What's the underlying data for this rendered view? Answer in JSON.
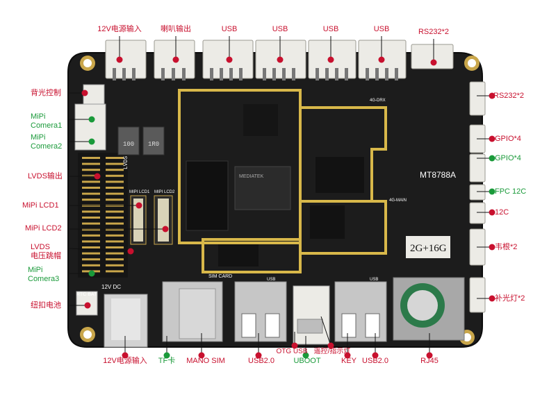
{
  "colors": {
    "label_red": "#c8102e",
    "label_green": "#1a9a3a",
    "board": "#1c1c1c",
    "gold": "#d8b84a",
    "connector_white": "#ecebe6"
  },
  "board": {
    "silk": {
      "lvds": "LVDS",
      "mipi_lcd1": "MIPI LCD1",
      "mipi_lcd2": "MIPI LCD2",
      "soc_name": "MT8788A",
      "memory": "2G+16G",
      "dc": "12V DC",
      "rtc": "RTC BAT",
      "sim": "SIM CARD",
      "inductor1": "100",
      "inductor2": "1R0",
      "chip": "MEDIATEK",
      "ant1": "4G-DRX",
      "ant2": "4G-MAIN",
      "usb_a": "USB",
      "usb_b": "USB"
    }
  },
  "labels": {
    "top": [
      {
        "id": "power-in-12v-top",
        "text": "12V电源输入",
        "color": "red"
      },
      {
        "id": "speaker-out",
        "text": "喇叭输出",
        "color": "red"
      },
      {
        "id": "usb-top-1",
        "text": "USB",
        "color": "red"
      },
      {
        "id": "usb-top-2",
        "text": "USB",
        "color": "red"
      },
      {
        "id": "usb-top-3",
        "text": "USB",
        "color": "red"
      },
      {
        "id": "usb-top-4",
        "text": "USB",
        "color": "red"
      },
      {
        "id": "rs232-top",
        "text": "RS232*2",
        "color": "red"
      }
    ],
    "left": [
      {
        "id": "backlight-ctrl",
        "text": "背光控制",
        "color": "red"
      },
      {
        "id": "mipi-camera1",
        "text": "MiPi\nComera1",
        "color": "green"
      },
      {
        "id": "mipi-camera2",
        "text": "MiPi\nComera2",
        "color": "green"
      },
      {
        "id": "lvds-out",
        "text": "LVDS输出",
        "color": "red"
      },
      {
        "id": "mipi-lcd1",
        "text": "MiPi LCD1",
        "color": "red"
      },
      {
        "id": "mipi-lcd2",
        "text": "MiPi LCD2",
        "color": "red"
      },
      {
        "id": "lvds-jumper",
        "text": "LVDS\n电压跳帽",
        "color": "red"
      },
      {
        "id": "mipi-camera3",
        "text": "MiPi\nComera3",
        "color": "green"
      },
      {
        "id": "coin-battery",
        "text": "纽扣电池",
        "color": "red"
      }
    ],
    "right": [
      {
        "id": "rs232-right",
        "text": "RS232*2",
        "color": "red"
      },
      {
        "id": "gpio-1",
        "text": "GPIO*4",
        "color": "red"
      },
      {
        "id": "gpio-2",
        "text": "GPIO*4",
        "color": "green"
      },
      {
        "id": "fpc-12c",
        "text": "FPC 12C",
        "color": "green"
      },
      {
        "id": "i2c",
        "text": "12C",
        "color": "red"
      },
      {
        "id": "wiegand",
        "text": "韦根*2",
        "color": "red"
      },
      {
        "id": "fill-light",
        "text": "补光灯*2",
        "color": "red"
      }
    ],
    "bottom": [
      {
        "id": "power-in-12v-bottom",
        "text": "12V电源输入",
        "color": "red"
      },
      {
        "id": "tf-card",
        "text": "TF卡",
        "color": "green"
      },
      {
        "id": "nano-sim",
        "text": "MANO SIM",
        "color": "red"
      },
      {
        "id": "usb2-left",
        "text": "USB2.0",
        "color": "red"
      },
      {
        "id": "otg-usb",
        "text": "OTG USB",
        "color": "red"
      },
      {
        "id": "uboot",
        "text": "UBOOT",
        "color": "green"
      },
      {
        "id": "remote-indicator",
        "text": "遥控/指示灯",
        "color": "red"
      },
      {
        "id": "key",
        "text": "KEY",
        "color": "red"
      },
      {
        "id": "usb2-right",
        "text": "USB2.0",
        "color": "red"
      },
      {
        "id": "rj45",
        "text": "RJ45",
        "color": "red"
      }
    ]
  }
}
